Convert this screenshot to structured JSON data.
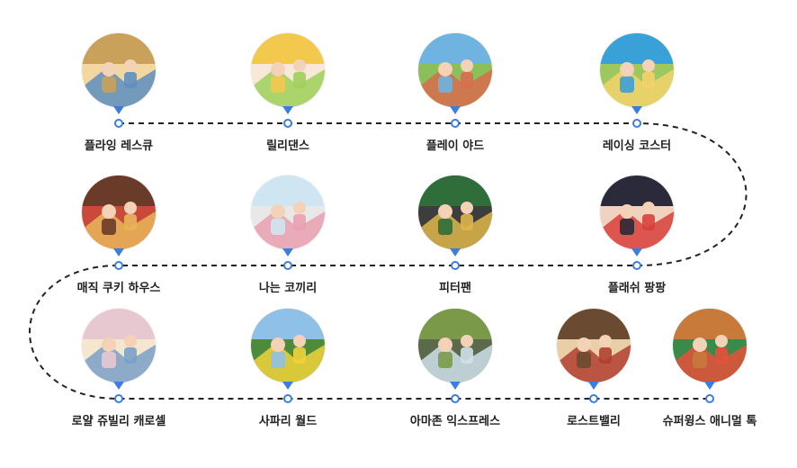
{
  "route_color": "#222222",
  "pin_color": "#3b7de0",
  "attractions": [
    {
      "name": "플라잉 레스큐",
      "c1": "#c9a15a",
      "c2": "#5e8fbf",
      "c3": "#f2d7a0"
    },
    {
      "name": "릴리댄스",
      "c1": "#f2c94c",
      "c2": "#9dd05a",
      "c3": "#f7e8d8"
    },
    {
      "name": "플레이 야드",
      "c1": "#6fb3e0",
      "c2": "#d96b4f",
      "c3": "#8cbf5a"
    },
    {
      "name": "레이싱 코스터",
      "c1": "#3aa0d8",
      "c2": "#f5d26b",
      "c3": "#9cc85f"
    },
    {
      "name": "매직 쿠키 하우스",
      "c1": "#6b3b2a",
      "c2": "#e9b65a",
      "c3": "#c94a3a"
    },
    {
      "name": "나는 코끼리",
      "c1": "#cfe6f2",
      "c2": "#eaa0b0",
      "c3": "#e8e8e8"
    },
    {
      "name": "피터팬",
      "c1": "#2f6e3a",
      "c2": "#e0b64a",
      "c3": "#3d3d3d"
    },
    {
      "name": "플래쉬 팡팡",
      "c1": "#2a2a3a",
      "c2": "#d8403a",
      "c3": "#f0d2c0"
    },
    {
      "name": "로얄 쥬빌리 캐로셀",
      "c1": "#e8c8d0",
      "c2": "#7aa0c8",
      "c3": "#f5e6d0"
    },
    {
      "name": "사파리 월드",
      "c1": "#8fc0e8",
      "c2": "#f2d23a",
      "c3": "#4e8a3c"
    },
    {
      "name": "아마존 익스프레스",
      "c1": "#7a9a4a",
      "c2": "#cfe0ea",
      "c3": "#5a6a4a"
    },
    {
      "name": "로스트밸리",
      "c1": "#6a4a30",
      "c2": "#b04030",
      "c3": "#e8cfa8"
    },
    {
      "name": "슈퍼윙스 애니멀 톡",
      "c1": "#c87a3a",
      "c2": "#e8503a",
      "c3": "#3a8a4a"
    }
  ]
}
